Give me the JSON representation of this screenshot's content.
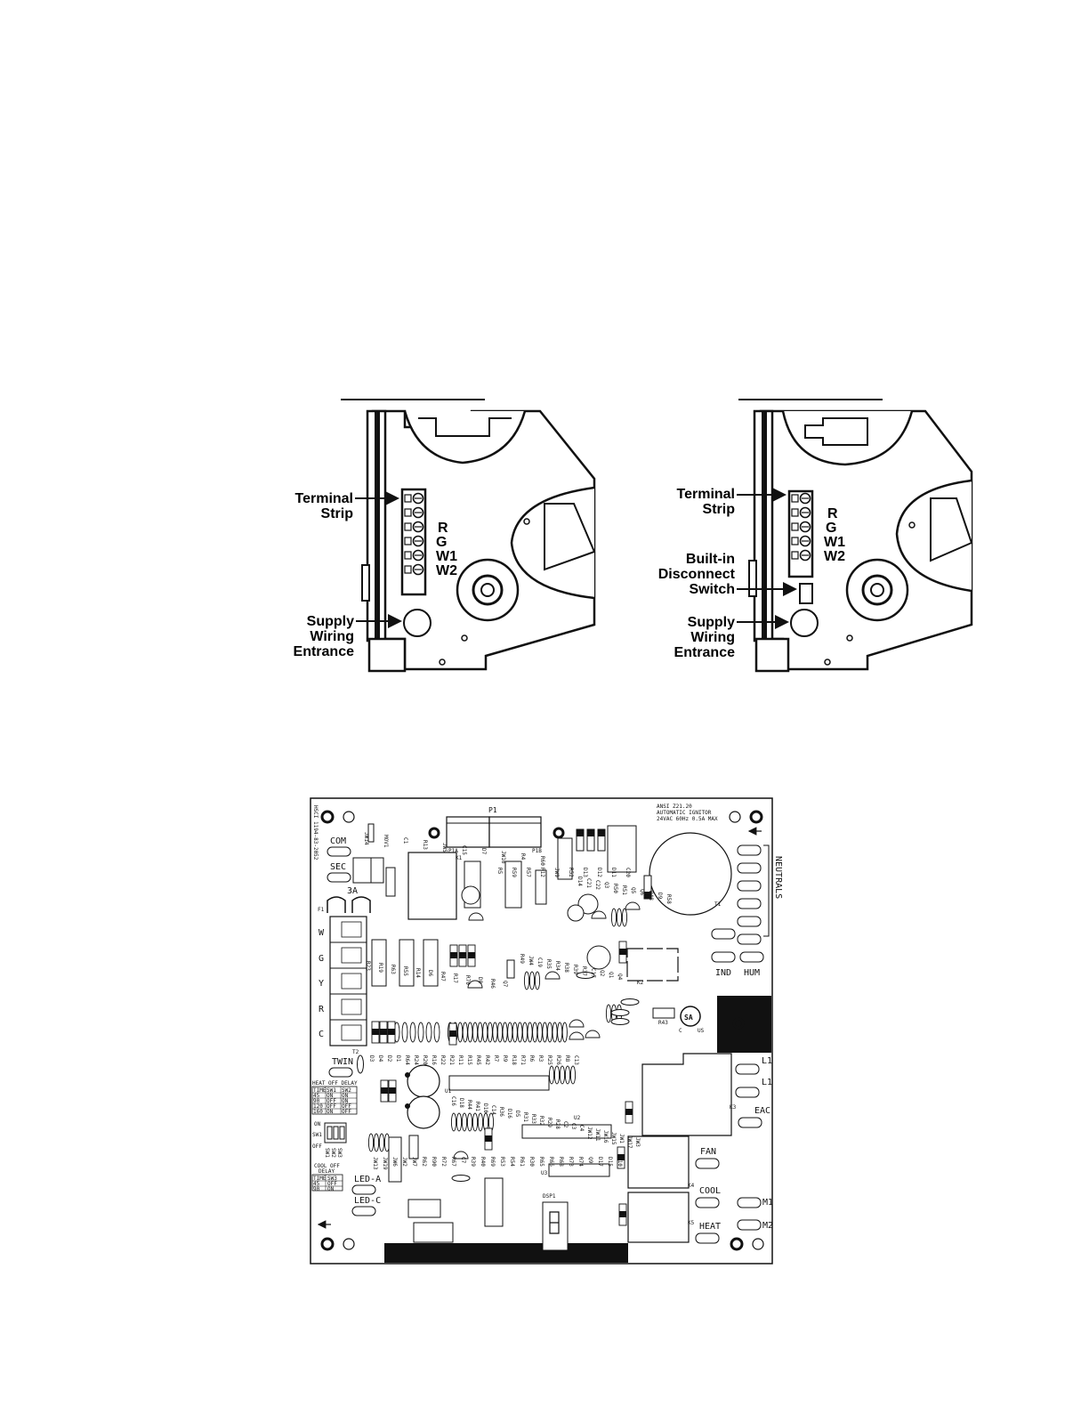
{
  "left_diagram": {
    "callouts": {
      "terminal_strip": [
        "Terminal",
        "Strip"
      ],
      "supply_entrance": [
        "Supply",
        "Wiring",
        "Entrance"
      ]
    },
    "terminals": [
      "R",
      "G",
      "W1",
      "W2"
    ]
  },
  "right_diagram": {
    "callouts": {
      "terminal_strip": [
        "Terminal",
        "Strip"
      ],
      "disconnect": [
        "Built-in",
        "Disconnect",
        "Switch"
      ],
      "supply_entrance": [
        "Supply",
        "Wiring",
        "Entrance"
      ]
    },
    "terminals": [
      "R",
      "G",
      "W1",
      "W2"
    ]
  },
  "board": {
    "header_lines": [
      "ANSI Z21.20",
      "AUTOMATIC IGNITOR",
      "24VAC 60Hz 0.5A MAX"
    ],
    "part_number": "HSCI 1194-83-2052",
    "connector_labels": {
      "p1": "P1",
      "p1a": "P1A",
      "p1b": "P1B",
      "k1": "K1",
      "t1": "T1",
      "k2": "K2",
      "k3": "K3",
      "k4": "K4",
      "k5": "K5",
      "t2": "T2",
      "u1": "U1",
      "u2": "U2",
      "u3": "U3",
      "dsp1": "DSP1"
    },
    "left_labels": {
      "com": "COM",
      "sec": "SEC",
      "fuse_rating": "3A",
      "fuse": "F1",
      "twin": "TWIN",
      "led_a": "LED-A",
      "led_c": "LED-C"
    },
    "thermostat_terminals": [
      "W",
      "G",
      "Y",
      "R",
      "C"
    ],
    "right_labels": {
      "neutrals": "NEUTRALS",
      "ind": "IND",
      "hum": "HUM",
      "l1a": "L1",
      "l1b": "L1",
      "eac": "EAC",
      "fan": "FAN",
      "cool": "COOL",
      "heat": "HEAT",
      "m1": "M1",
      "m2": "M2"
    },
    "cert_mark": "SA",
    "cert_c": "C",
    "cert_us": "US",
    "heat_off_delay": {
      "title": "HEAT OFF DELAY",
      "header": [
        "TIME",
        "SW1",
        "SW2"
      ],
      "rows": [
        [
          "45",
          "ON",
          "ON"
        ],
        [
          "90",
          "OFF",
          "ON"
        ],
        [
          "120",
          "OFF",
          "OFF"
        ],
        [
          "160",
          "ON",
          "OFF"
        ]
      ]
    },
    "cool_off_delay": {
      "title": [
        "COOL OFF",
        "DELAY"
      ],
      "header": [
        "TIME",
        "SW3"
      ],
      "rows": [
        [
          "45",
          "OFF"
        ],
        [
          "90",
          "ON"
        ]
      ]
    },
    "dip": {
      "on": "ON",
      "sw1": "SW1",
      "off": "OFF",
      "switches": [
        "SW1",
        "SW2",
        "SW3"
      ]
    },
    "components": {
      "row_top": [
        "JW14",
        "MOV1",
        "C1",
        "R13",
        "JW5",
        "C15",
        "D7",
        "JW10",
        "R4",
        "R60",
        "R5",
        "R59",
        "R57",
        "R12",
        "JW9",
        "R52",
        "D13",
        "D12",
        "D11",
        "C20",
        "D14",
        "C21",
        "C22",
        "Q3",
        "R50",
        "R51",
        "Q5",
        "Q6",
        "R48",
        "D9",
        "R58"
      ],
      "row_mid": [
        "R23",
        "R19",
        "R63",
        "R55",
        "R14",
        "D6",
        "R47",
        "R17",
        "R70",
        "D8",
        "R46",
        "Q7",
        "R49",
        "JW4",
        "C19",
        "R35",
        "R34",
        "R38",
        "R39",
        "R37",
        "C17",
        "Q2",
        "Q1",
        "Q4",
        "R43",
        "JW8"
      ],
      "row_low": [
        "D3",
        "D4",
        "D2",
        "D1",
        "R64",
        "R24",
        "R20",
        "R16",
        "R22",
        "R21",
        "R11",
        "R15",
        "R45",
        "R42",
        "R7",
        "R9",
        "R18",
        "R71",
        "R6",
        "R3",
        "R25",
        "R26",
        "R8",
        "C13",
        "C16",
        "D18",
        "R44",
        "R41",
        "D10",
        "C14",
        "R36",
        "D16",
        "D5",
        "R31",
        "R33",
        "R32",
        "R29",
        "R28",
        "C2",
        "C3",
        "C4",
        "JW12",
        "JW11",
        "JW16",
        "JW15",
        "JW1",
        "JW17",
        "JW3",
        "JW13",
        "JW19",
        "JW6",
        "JW2",
        "JW7",
        "R62",
        "R90",
        "R72",
        "R67",
        "C7",
        "R39",
        "R40",
        "R69",
        "R53",
        "R54",
        "R61",
        "R30",
        "R65",
        "R66",
        "R68",
        "R73",
        "R74",
        "Q9",
        "D17",
        "D15",
        "R10"
      ]
    }
  }
}
